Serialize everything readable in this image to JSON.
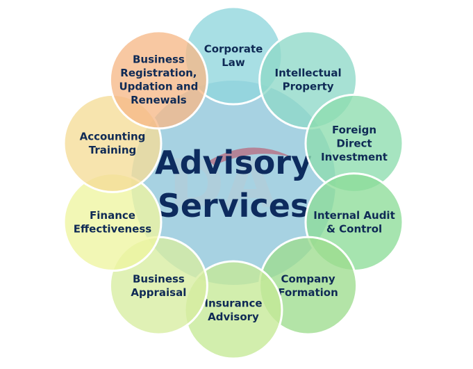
{
  "center": {
    "lines": [
      "Advisory",
      "Services"
    ],
    "fill": "#a7d2e2"
  },
  "watermark": {
    "text": "DA",
    "color": "#b7cbd6",
    "swoosh_color": "#c0465a"
  },
  "petals": [
    {
      "id": "corporate-law",
      "lines": [
        "Corporate",
        "Law"
      ],
      "fill": "#8fd6dc"
    },
    {
      "id": "intellectual-property",
      "lines": [
        "Intellectual",
        "Property"
      ],
      "fill": "#8ed9c8"
    },
    {
      "id": "foreign-direct-investment",
      "lines": [
        "Foreign",
        "Direct",
        "Investment"
      ],
      "fill": "#8ddcae"
    },
    {
      "id": "internal-audit-control",
      "lines": [
        "Internal Audit",
        "& Control"
      ],
      "fill": "#8ddc98"
    },
    {
      "id": "company-formation",
      "lines": [
        "Company",
        "Formation"
      ],
      "fill": "#9ddc8e"
    },
    {
      "id": "insurance-advisory",
      "lines": [
        "Insurance",
        "Advisory"
      ],
      "fill": "#c5e996"
    },
    {
      "id": "business-appraisal",
      "lines": [
        "Business",
        "Appraisal"
      ],
      "fill": "#d7eda0"
    },
    {
      "id": "finance-effectiveness",
      "lines": [
        "Finance",
        "Effectiveness"
      ],
      "fill": "#eef5a0"
    },
    {
      "id": "accounting-training",
      "lines": [
        "Accounting",
        "Training"
      ],
      "fill": "#f5dc97"
    },
    {
      "id": "business-registration",
      "lines": [
        "Business",
        "Registration,",
        "Updation and",
        "Renewals"
      ],
      "fill": "#f6b888"
    }
  ]
}
